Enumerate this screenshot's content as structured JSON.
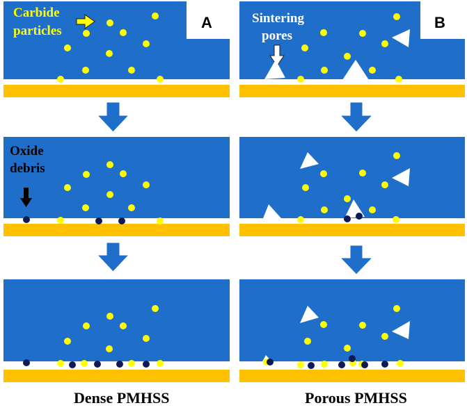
{
  "colors": {
    "matrix": "#1f6fca",
    "substrate": "#ffc000",
    "carbide": "#ffff00",
    "oxide": "#0d1a57",
    "pore": "#ffffff",
    "arrow": "#1f6fca"
  },
  "panels": {
    "a": {
      "letter": "A",
      "caption": "Dense PMHSS"
    },
    "b": {
      "letter": "B",
      "caption": "Porous PMHSS"
    }
  },
  "annotations": {
    "carbide_line1": "Carbide",
    "carbide_line2": "particles",
    "pores_line1": "Sintering",
    "pores_line2": "pores",
    "oxide_line1": "Oxide",
    "oxide_line2": "debris"
  }
}
